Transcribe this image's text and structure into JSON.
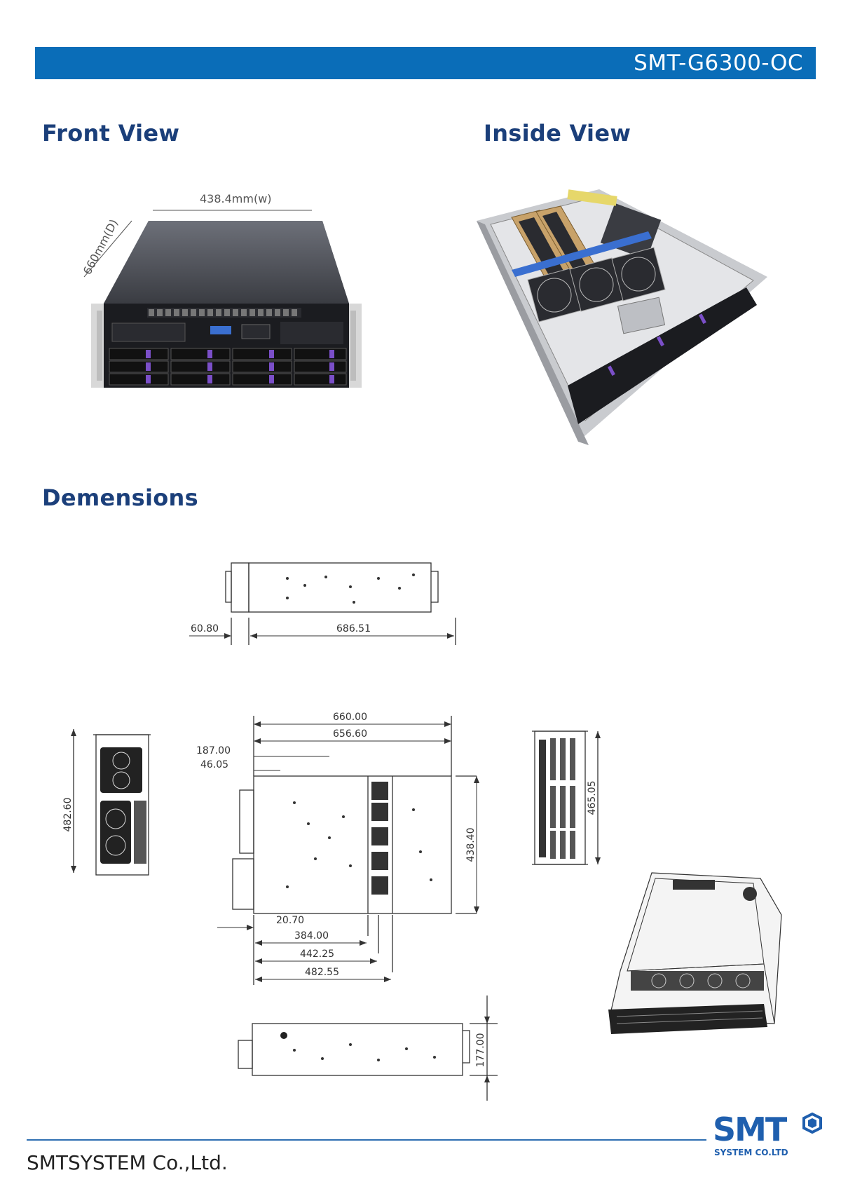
{
  "header": {
    "model": "SMT-G6300-OC"
  },
  "sections": {
    "front_view": "Front View",
    "inside_view": "Inside View",
    "dimensions": "Demensions"
  },
  "front_view_labels": {
    "width": "438.4mm(w)",
    "depth": "660mm(D)"
  },
  "side_view_top": {
    "left": "60.80",
    "length": "686.51"
  },
  "front_panel": {
    "height": "482.60"
  },
  "top_view": {
    "d660": "660.00",
    "d656": "656.60",
    "d187": "187.00",
    "d46": "46.05",
    "w438": "438.40",
    "d20": "20.70",
    "d384": "384.00",
    "d442": "442.25",
    "d482": "482.55"
  },
  "rear_panel": {
    "height": "465.05"
  },
  "side_view_bottom": {
    "height": "177.00"
  },
  "logo": {
    "mark": "SMT",
    "subtitle": "SYSTEM CO.LTD"
  },
  "footer": {
    "company": "SMTSYSTEM Co.,Ltd."
  },
  "colors": {
    "banner": "#0a6db8",
    "heading": "#1b3f7a",
    "accent_purple": "#7b4fc8",
    "footer_rule": "#2f6fb2"
  }
}
